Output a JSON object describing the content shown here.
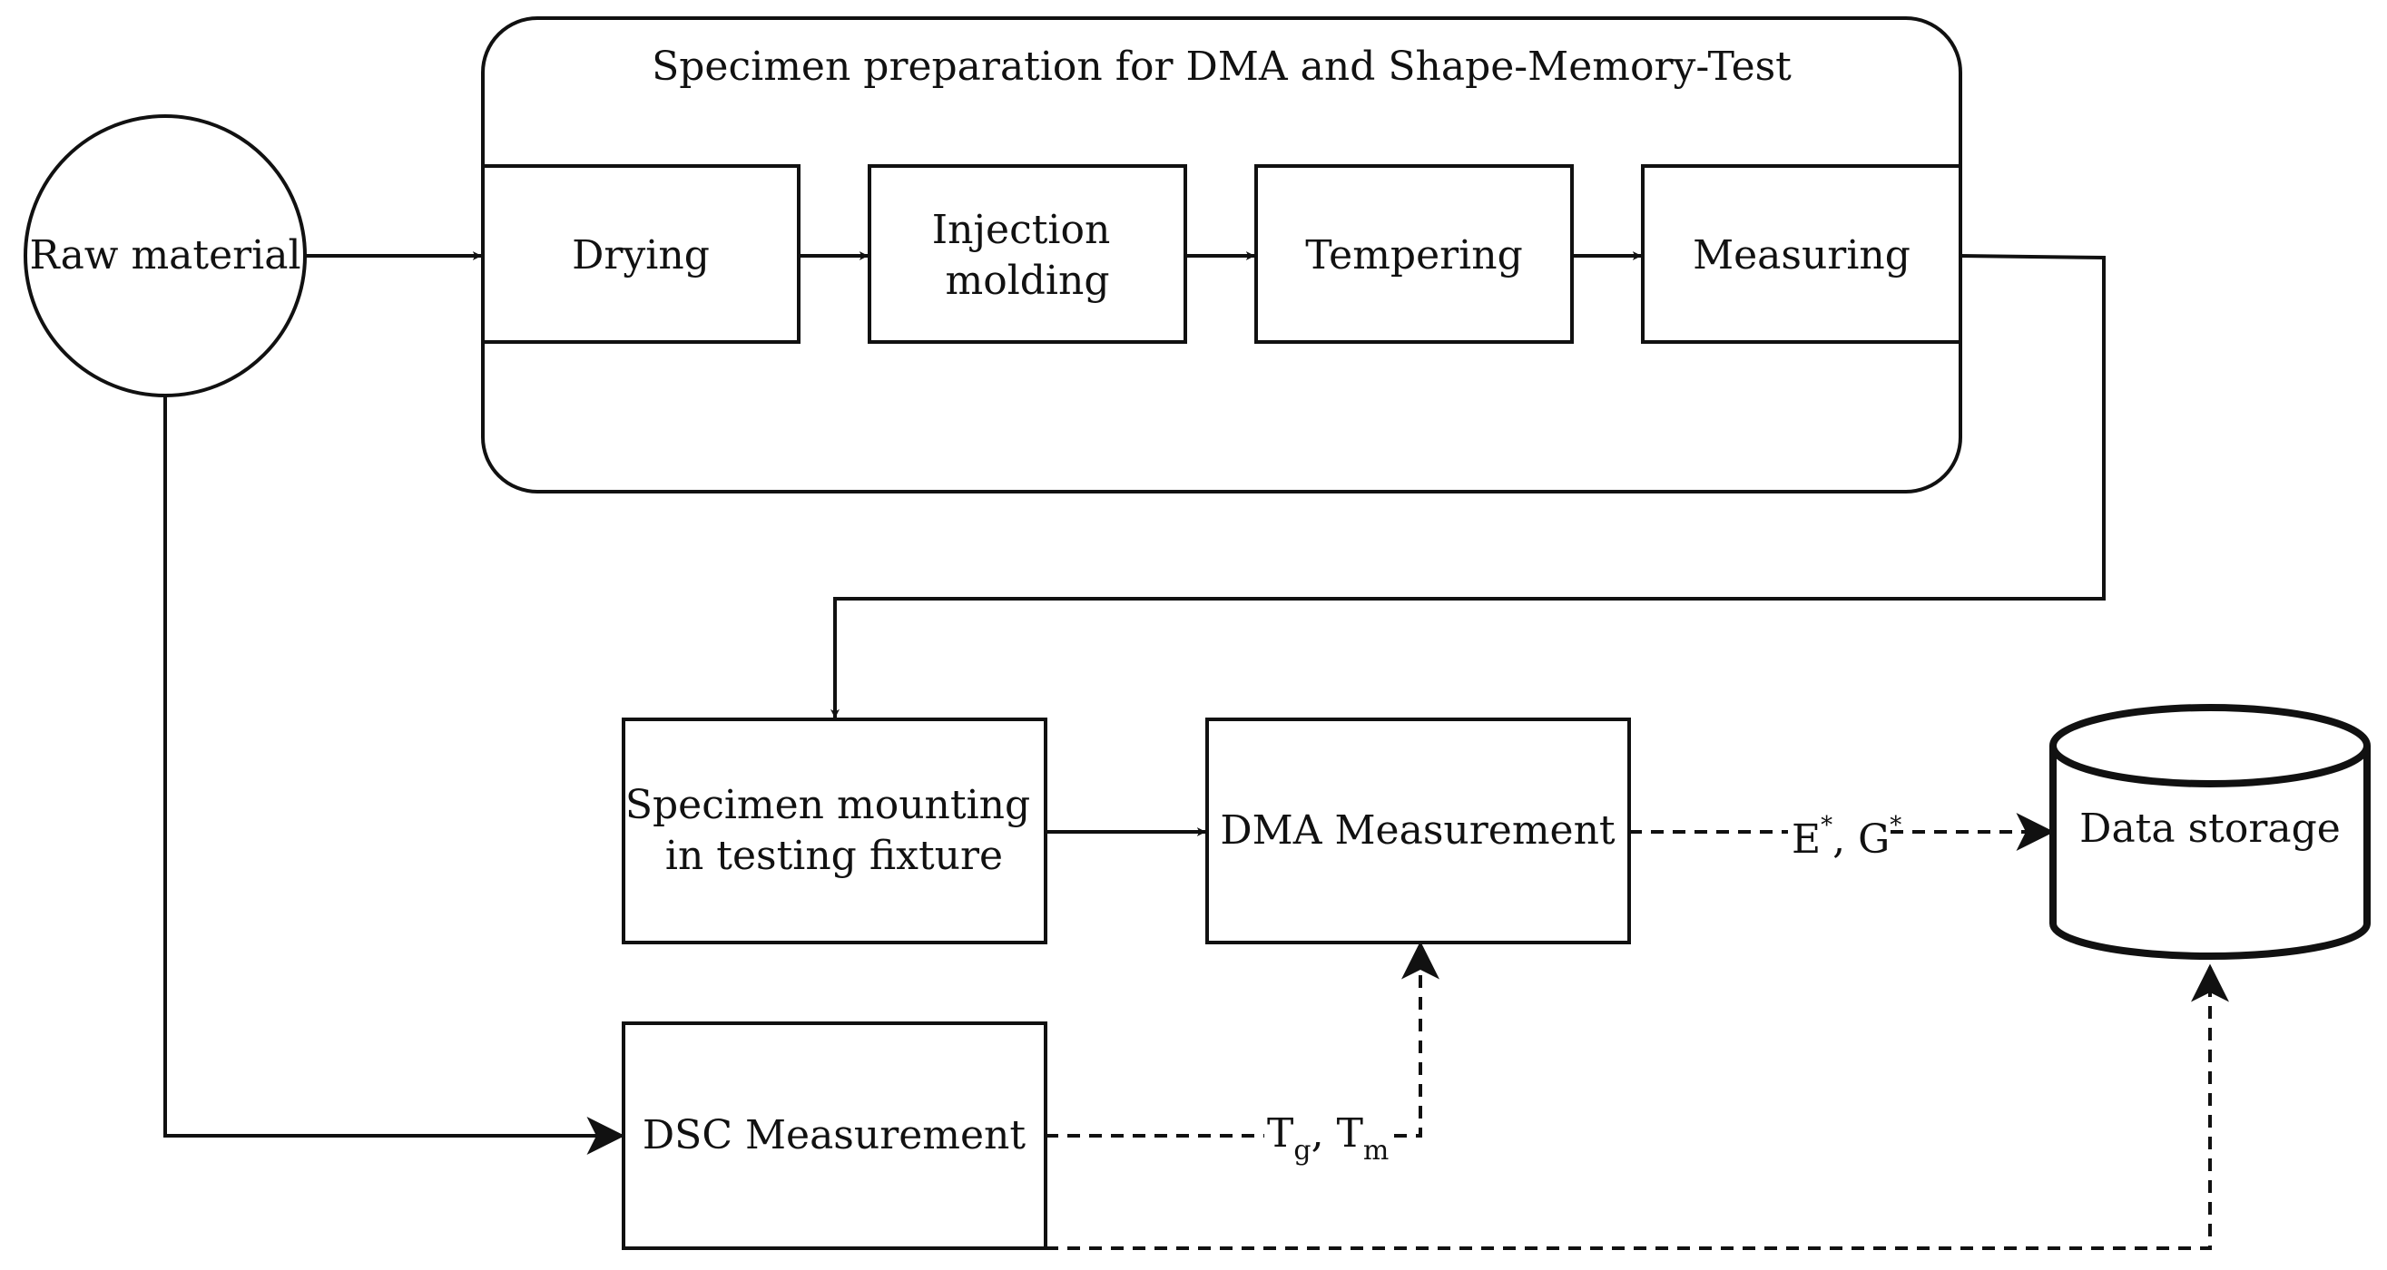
{
  "group": {
    "title": "Specimen preparation for DMA and Shape-Memory-Test"
  },
  "nodes": {
    "raw_material": "Raw material",
    "drying": "Drying",
    "injection_molding": [
      "Injection",
      "molding"
    ],
    "tempering": "Tempering",
    "measuring": "Measuring",
    "specimen_mounting": [
      "Specimen mounting",
      "in testing fixture"
    ],
    "dma_measurement": "DMA Measurement",
    "dsc_measurement": "DSC Measurement",
    "data_storage": "Data storage"
  },
  "edge_labels": {
    "dma_to_storage": {
      "a": "E",
      "a_sup": "*",
      "sep": ", ",
      "b": "G",
      "b_sup": "*"
    },
    "dsc_to_dma": {
      "a": "T",
      "a_sub": "g",
      "sep": ", ",
      "b": "T",
      "b_sub": "m"
    }
  }
}
